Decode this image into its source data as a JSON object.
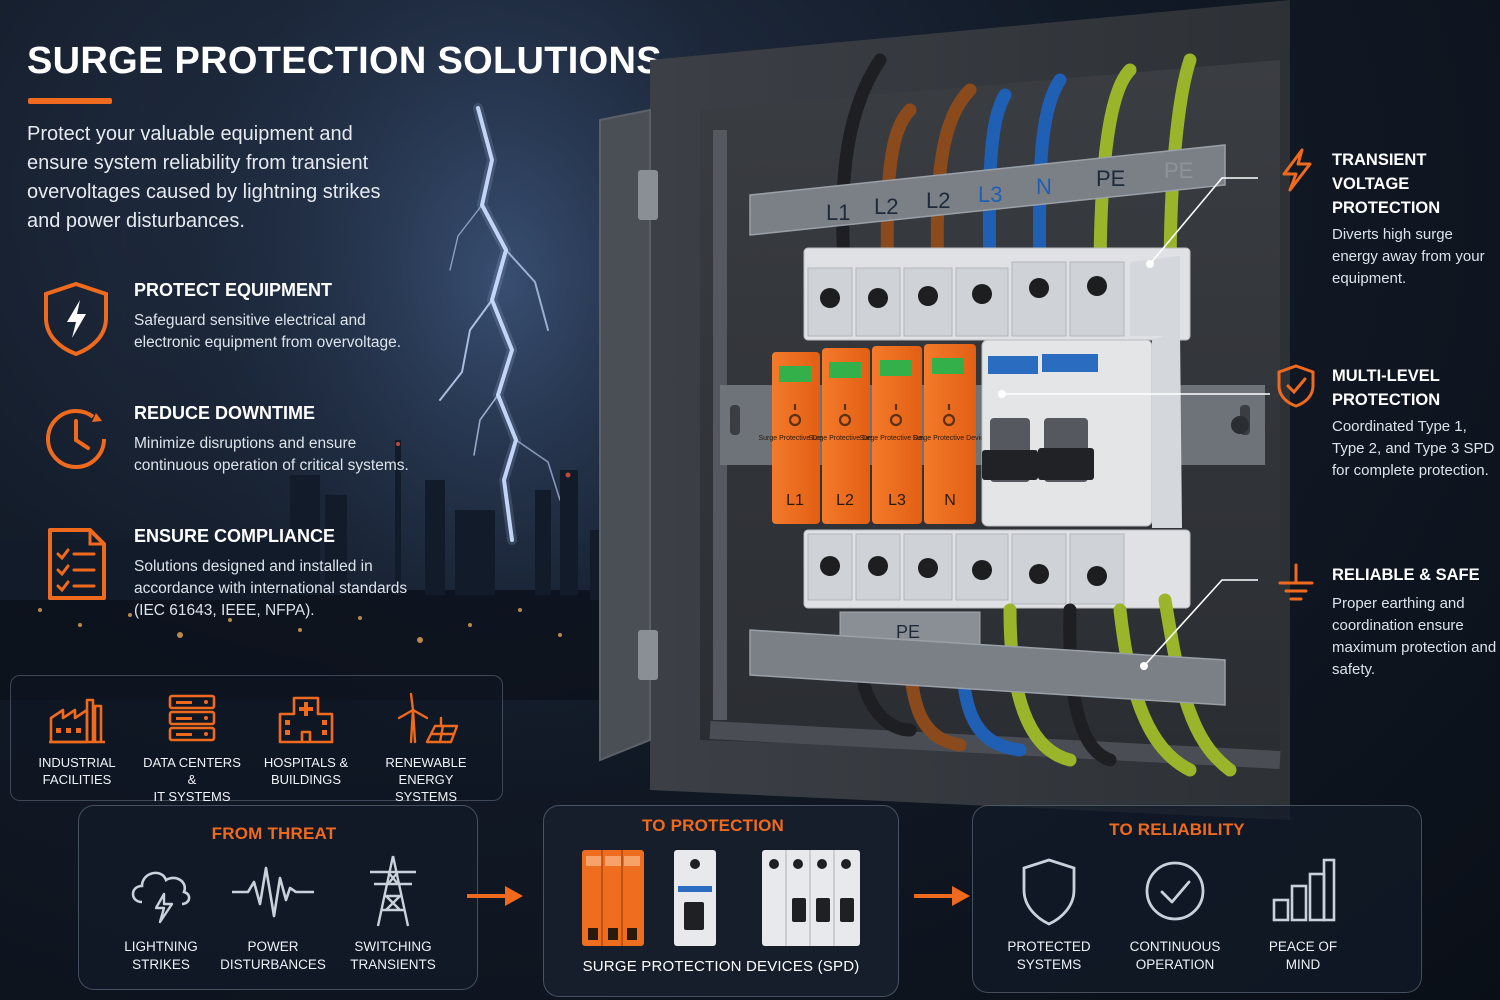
{
  "header": {
    "title": "SURGE PROTECTION SOLUTIONS",
    "intro": "Protect your valuable equipment and ensure system reliability from transient overvoltages caused by lightning strikes and power disturbances."
  },
  "benefits": [
    {
      "title": "PROTECT EQUIPMENT",
      "text": "Safeguard sensitive electrical and electronic equipment from overvoltage.",
      "icon": "shield-bolt-icon"
    },
    {
      "title": "REDUCE DOWNTIME",
      "text": "Minimize disruptions and ensure continuous operation of critical systems.",
      "icon": "clock-icon"
    },
    {
      "title": "ENSURE COMPLIANCE",
      "text": "Solutions designed and installed in accordance with international standards (IEC 61643, IEEE, NFPA).",
      "icon": "checklist-icon"
    }
  ],
  "sectors": [
    {
      "label": "INDUSTRIAL\nFACILITIES",
      "icon": "factory-icon"
    },
    {
      "label": "DATA CENTERS &\nIT SYSTEMS",
      "icon": "server-icon"
    },
    {
      "label": "HOSPITALS &\nBUILDINGS",
      "icon": "hospital-icon"
    },
    {
      "label": "RENEWABLE ENERGY\nSYSTEMS",
      "icon": "wind-solar-icon"
    }
  ],
  "panel": {
    "busbar_labels": [
      "L1",
      "L2",
      "L2",
      "L3",
      "N",
      "PE",
      "PE"
    ],
    "spd_modules": [
      {
        "line": "L1",
        "text": "Surge Protective Device"
      },
      {
        "line": "L2",
        "text": "Surge Protective Device"
      },
      {
        "line": "L3",
        "text": "Surge Protective Device"
      },
      {
        "line": "N",
        "text": "Surge Protective Device"
      }
    ],
    "ground_label": "PE"
  },
  "callouts": [
    {
      "title": "TRANSIENT\nVOLTAGE\nPROTECTION",
      "text": "Diverts high surge energy away from your equipment.",
      "icon": "bolt-icon"
    },
    {
      "title": "MULTI-LEVEL\nPROTECTION",
      "text": "Coordinated Type 1, Type 2, and Type 3 SPD for complete protection.",
      "icon": "shield-check-icon"
    },
    {
      "title": "RELIABLE & SAFE",
      "text": "Proper earthing and coordination ensure maximum protection and safety.",
      "icon": "ground-icon"
    }
  ],
  "flow": {
    "threat": {
      "heading": "FROM THREAT",
      "items": [
        {
          "label": "LIGHTNING\nSTRIKES",
          "icon": "storm-cloud-icon"
        },
        {
          "label": "POWER\nDISTURBANCES",
          "icon": "waveform-icon"
        },
        {
          "label": "SWITCHING\nTRANSIENTS",
          "icon": "pylon-icon"
        }
      ]
    },
    "protection": {
      "heading": "TO PROTECTION",
      "caption": "SURGE PROTECTION DEVICES (SPD)"
    },
    "reliability": {
      "heading": "TO RELIABILITY",
      "items": [
        {
          "label": "PROTECTED\nSYSTEMS",
          "icon": "shield-icon"
        },
        {
          "label": "CONTINUOUS\nOPERATION",
          "icon": "check-circle-icon"
        },
        {
          "label": "PEACE OF\nMIND",
          "icon": "bar-chart-icon"
        }
      ]
    }
  },
  "colors": {
    "accent": "#f06a1d",
    "background": "#121a27",
    "text": "#ffffff",
    "panel_gray": "#3b3f45",
    "breaker_white": "#e3e5e7",
    "wire_blue": "#1f5fb4",
    "wire_brown": "#8a4a1c",
    "wire_green_yellow": "#9bb52b"
  }
}
